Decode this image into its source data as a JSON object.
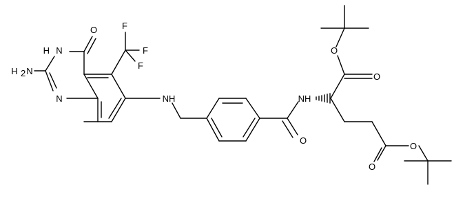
{
  "structure": {
    "bond_color": "#000000",
    "background": "#ffffff",
    "atom_labels": {
      "o_ketone": "O",
      "nh_ring": "H",
      "nh_ring_n": "N",
      "nh2_label": "H",
      "nh2_n": "N",
      "nh2_sub": "2",
      "ring_n": "N",
      "f1": "F",
      "f2": "F",
      "f3": "F",
      "nh_link": "NH",
      "o_amide": "O",
      "nh_amide": "NH",
      "o_ester_top_carbonyl": "O",
      "o_ester_top_ether": "O",
      "o_ester_bottom_carbonyl": "O",
      "o_ester_bottom_ether": "O"
    }
  }
}
